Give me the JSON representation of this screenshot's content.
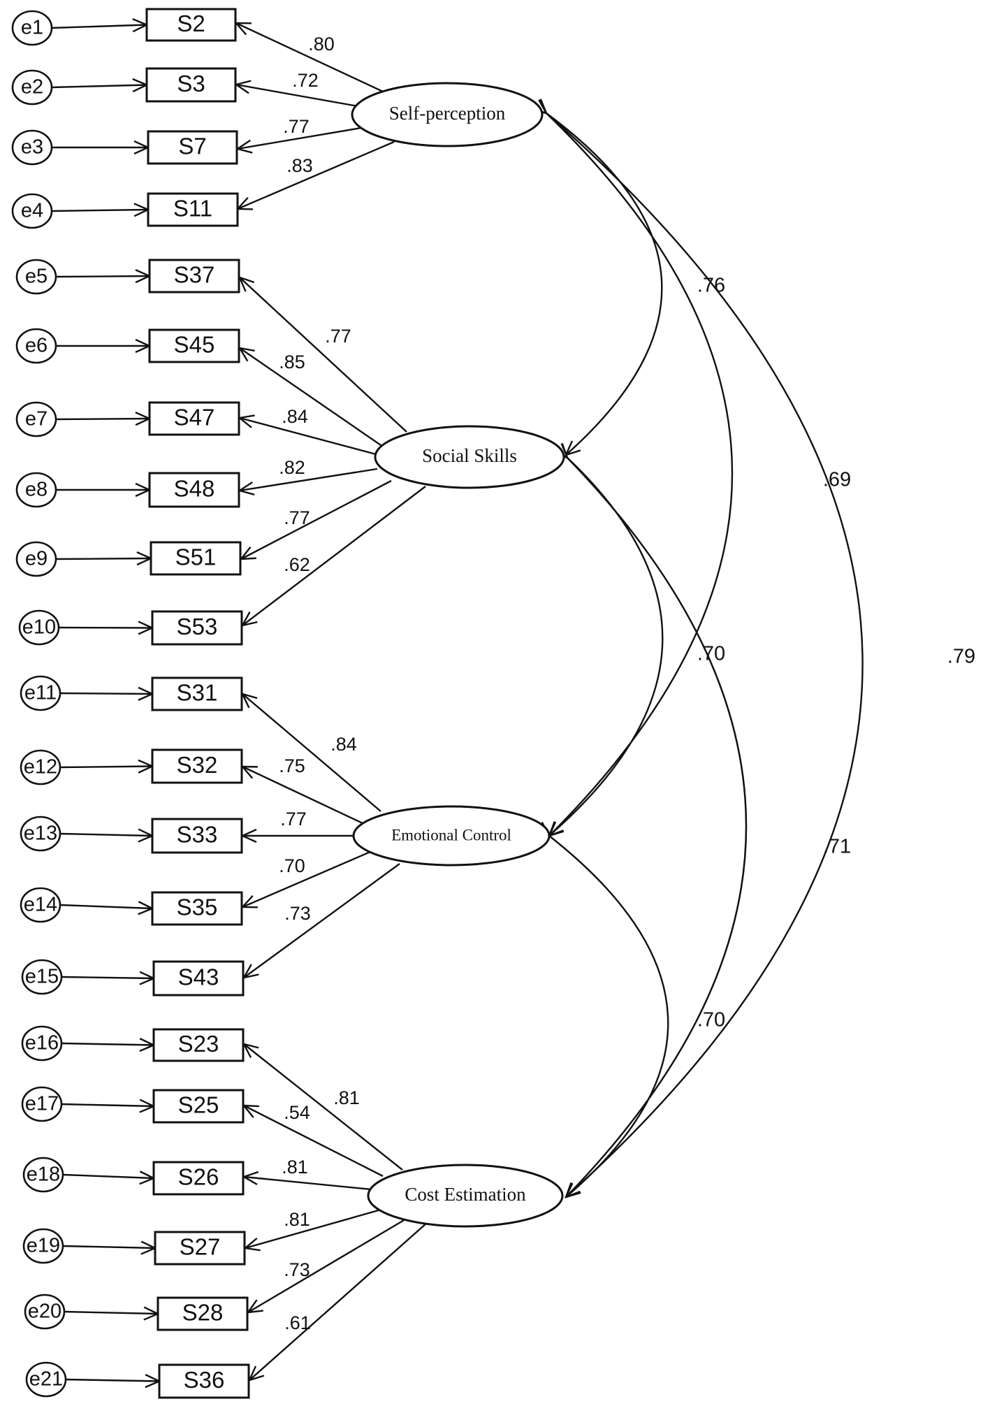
{
  "factors": [
    {
      "name": "Self-perception",
      "correlations": {}
    },
    {
      "name": "Social Skills"
    },
    {
      "name": "Emotional Control"
    },
    {
      "name": "Cost Estimation"
    }
  ],
  "indicators": [
    {
      "error": "e1",
      "label": "S2",
      "factor": 0,
      "loading": ".80"
    },
    {
      "error": "e2",
      "label": "S3",
      "factor": 0,
      "loading": ".72"
    },
    {
      "error": "e3",
      "label": "S7",
      "factor": 0,
      "loading": ".77"
    },
    {
      "error": "e4",
      "label": "S11",
      "factor": 0,
      "loading": ".83"
    },
    {
      "error": "e5",
      "label": "S37",
      "factor": 1,
      "loading": ".77"
    },
    {
      "error": "e6",
      "label": "S45",
      "factor": 1,
      "loading": ".85"
    },
    {
      "error": "e7",
      "label": "S47",
      "factor": 1,
      "loading": ".84"
    },
    {
      "error": "e8",
      "label": "S48",
      "factor": 1,
      "loading": ".82"
    },
    {
      "error": "e9",
      "label": "S51",
      "factor": 1,
      "loading": ".77"
    },
    {
      "error": "e10",
      "label": "S53",
      "factor": 1,
      "loading": ".62"
    },
    {
      "error": "e11",
      "label": "S31",
      "factor": 2,
      "loading": ".84"
    },
    {
      "error": "e12",
      "label": "S32",
      "factor": 2,
      "loading": ".75"
    },
    {
      "error": "e13",
      "label": "S33",
      "factor": 2,
      "loading": ".77"
    },
    {
      "error": "e14",
      "label": "S35",
      "factor": 2,
      "loading": ".70"
    },
    {
      "error": "e15",
      "label": "S43",
      "factor": 2,
      "loading": ".73"
    },
    {
      "error": "e16",
      "label": "S23",
      "factor": 3,
      "loading": ".81"
    },
    {
      "error": "e17",
      "label": "S25",
      "factor": 3,
      "loading": ".54"
    },
    {
      "error": "e18",
      "label": "S26",
      "factor": 3,
      "loading": ".81"
    },
    {
      "error": "e19",
      "label": "S27",
      "factor": 3,
      "loading": ".81"
    },
    {
      "error": "e20",
      "label": "S28",
      "factor": 3,
      "loading": ".73"
    },
    {
      "error": "e21",
      "label": "S36",
      "factor": 3,
      "loading": ".61"
    }
  ],
  "correlations": [
    {
      "from": 0,
      "to": 1,
      "value": ".76"
    },
    {
      "from": 0,
      "to": 2,
      "value": ".69"
    },
    {
      "from": 0,
      "to": 3,
      "value": ".79"
    },
    {
      "from": 1,
      "to": 2,
      "value": ".70"
    },
    {
      "from": 1,
      "to": 3,
      "value": ".71"
    },
    {
      "from": 2,
      "to": 3,
      "value": ".70"
    }
  ]
}
